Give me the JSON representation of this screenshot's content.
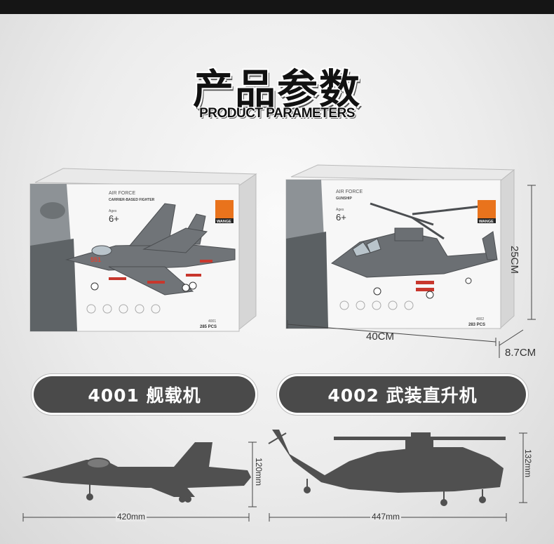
{
  "header": {
    "title_cn": "产品参数",
    "title_en": "PRODUCT PARAMETERS"
  },
  "boxes": [
    {
      "series": "AIR FORCE",
      "subtitle": "CARRIER-BASED FIGHTER",
      "ages_label": "Ages",
      "ages": "6+",
      "brand": "WANGE",
      "item_no": "4001",
      "pcs": "285 PCS",
      "nose_no": "551"
    },
    {
      "series": "AIR FORCE",
      "subtitle": "GUNSHIP",
      "ages_label": "Ages",
      "ages": "6+",
      "brand": "WANGE",
      "item_no": "4002",
      "pcs": "283 PCS"
    }
  ],
  "box_dimensions": {
    "width": "40CM",
    "height": "25CM",
    "depth": "8.7CM"
  },
  "models": [
    {
      "label": "4001 舰载机",
      "length": "420mm",
      "height": "120mm"
    },
    {
      "label": "4002 武装直升机",
      "length": "447mm",
      "height": "132mm"
    }
  ],
  "colors": {
    "pill_bg": "#4a4a4a",
    "silhouette": "#505050",
    "model_grey": "#6b6f73",
    "missile_red": "#c8372d",
    "logo_orange": "#e9731c"
  }
}
